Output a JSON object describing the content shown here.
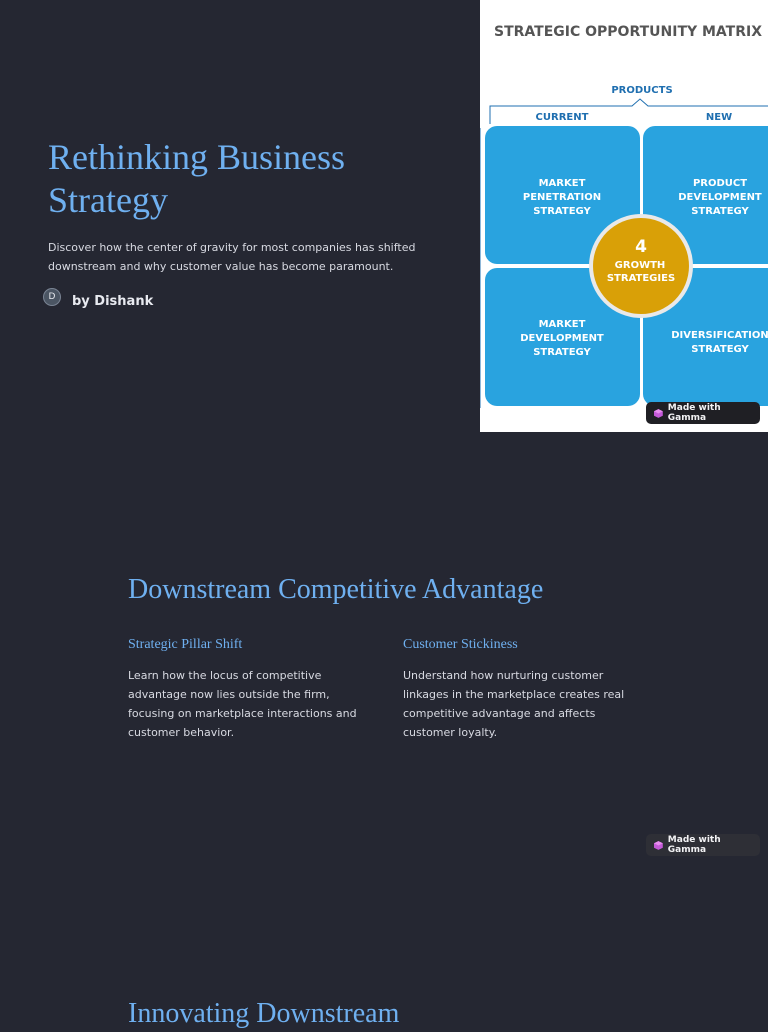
{
  "hero": {
    "title": "Rethinking Business Strategy",
    "description": "Discover how the center of gravity for most companies has shifted downstream and why customer value has become paramount.",
    "author_initial": "D",
    "author": "by Dishank"
  },
  "matrix_image": {
    "title": "STRATEGIC OPPORTUNITY MATRIX",
    "axis_label": "PRODUCTS",
    "col_current": "CURRENT",
    "col_new": "NEW",
    "quadrants": {
      "top_left": [
        "MARKET",
        "PENETRATION",
        "STRATEGY"
      ],
      "top_right": [
        "PRODUCT",
        "DEVELOPMENT",
        "STRATEGY"
      ],
      "bottom_left": [
        "MARKET",
        "DEVELOPMENT",
        "STRATEGY"
      ],
      "bottom_right": [
        "DIVERSIFICATION",
        "STRATEGY"
      ]
    },
    "center": [
      "4",
      "GROWTH",
      "STRATEGIES"
    ],
    "colors": {
      "quadrant": "#29a3df",
      "center": "#d9a007",
      "heading": "#555555",
      "axis": "#1f6fb0"
    }
  },
  "badge": {
    "label": "Made with Gamma"
  },
  "section2": {
    "title": "Downstream Competitive Advantage",
    "columns": [
      {
        "heading": "Strategic Pillar Shift",
        "body": "Learn how the locus of competitive advantage now lies outside the firm, focusing on marketplace interactions and customer behavior."
      },
      {
        "heading": "Customer Stickiness",
        "body": "Understand how nurturing customer linkages in the marketplace creates real competitive advantage and affects customer loyalty."
      }
    ]
  },
  "section3": {
    "title": "Innovating Downstream"
  }
}
